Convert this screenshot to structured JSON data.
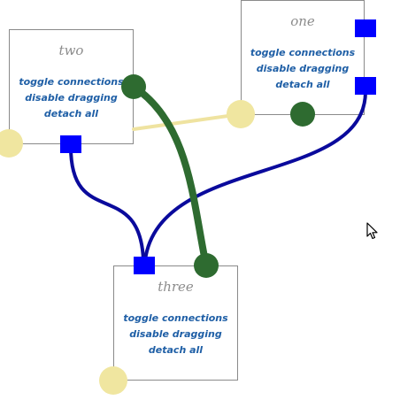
{
  "windows": {
    "one": {
      "title": "one",
      "actions": [
        "toggle connections",
        "disable dragging",
        "detach all"
      ]
    },
    "two": {
      "title": "two",
      "actions": [
        "toggle connections",
        "disable dragging",
        "detach all"
      ]
    },
    "three": {
      "title": "three",
      "actions": [
        "toggle connections",
        "disable dragging",
        "detach all"
      ]
    }
  },
  "colors": {
    "window_border": "#8a8a8a",
    "title_text": "#8c8c8c",
    "action_text": "#1f5fa6",
    "blue_endpoint": "#0000ff",
    "blue_connector": "#0a0a9c",
    "green_endpoint": "#2e6b30",
    "green_connector": "#2e6b30",
    "yellow_endpoint": "#f0e6a0",
    "yellow_connector": "#efe3a0"
  },
  "icons": {
    "cursor": "arrow-cursor-icon"
  }
}
